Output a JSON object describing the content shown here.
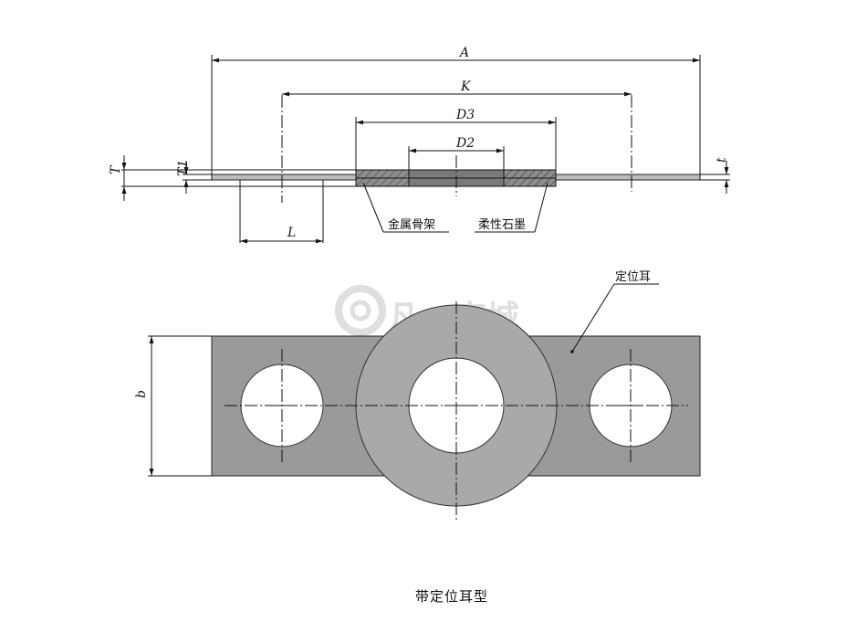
{
  "dimensions": {
    "A": "A",
    "K": "K",
    "D3": "D3",
    "D2": "D2",
    "T": "T",
    "T1": "T1",
    "t": "t",
    "L": "L",
    "b": "b"
  },
  "labels": {
    "metal_frame": "金属骨架",
    "flexible_graphite": "柔性石墨",
    "locating_ear": "定位耳"
  },
  "caption": "带定位耳型",
  "watermark": "凡一商城",
  "colors": {
    "line": "#111111",
    "fill_gray": "#a9a9a9",
    "background": "#ffffff"
  }
}
